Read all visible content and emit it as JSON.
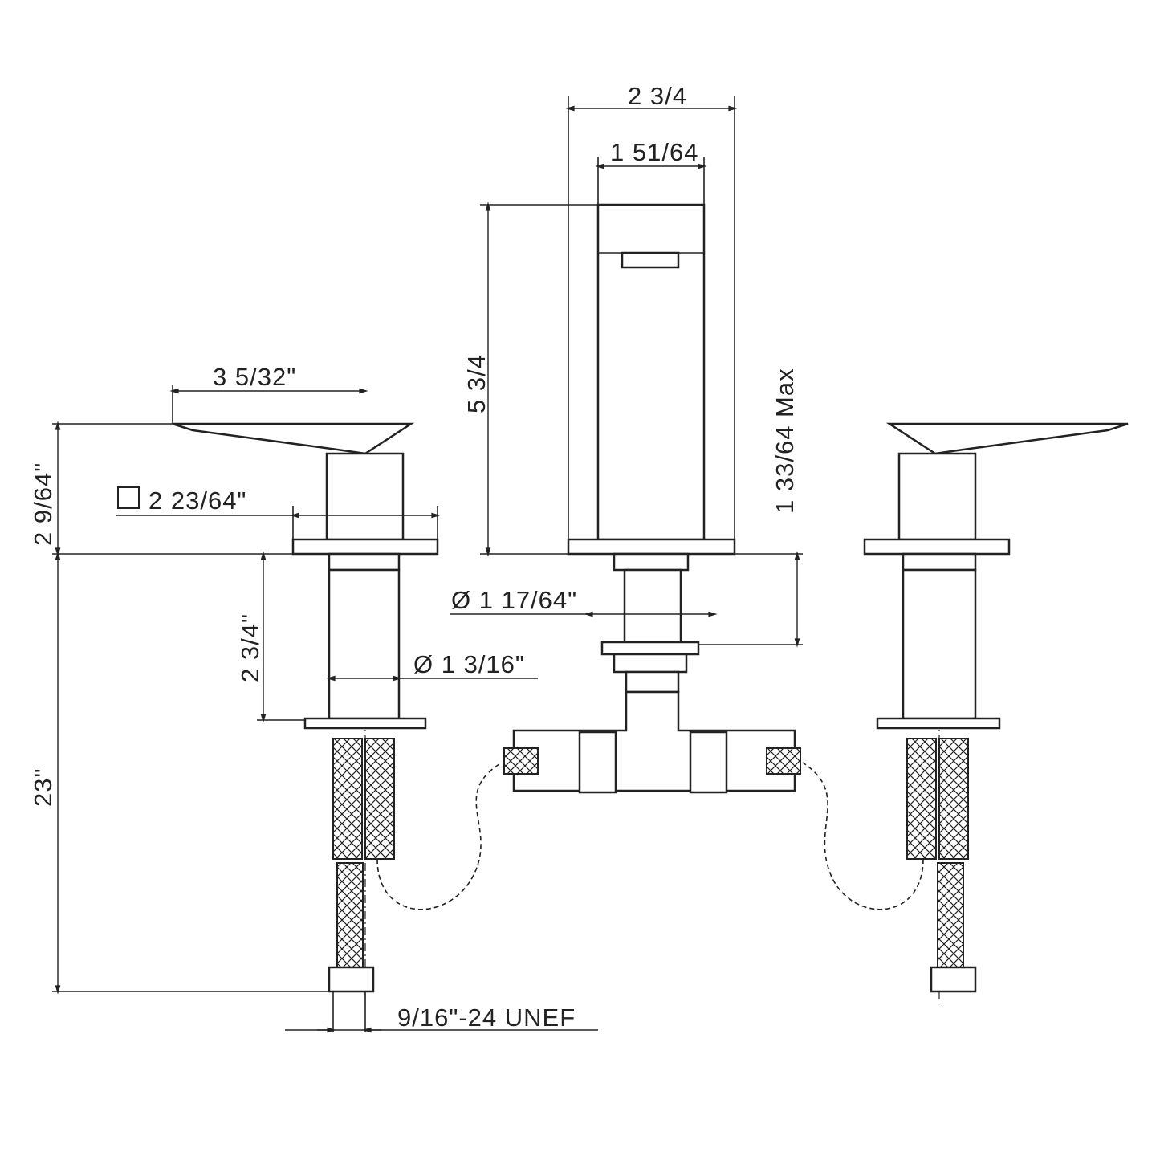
{
  "dimensions": {
    "spout_width": "2 3/4",
    "spout_opening_width": "1 51/64",
    "spout_height": "5 3/4",
    "max_deck_thickness": "1 33/64 Max",
    "handle_length": "3 5/32\"",
    "handle_height": "2 9/64\"",
    "handle_base_square": "2 23/64\"",
    "handle_shank_length": "2 3/4\"",
    "spout_shank_diameter": "Ø 1 17/64\"",
    "handle_shank_diameter": "Ø 1 3/16\"",
    "hose_length": "23\"",
    "connection_thread": "9/16\"-24 UNEF"
  },
  "symbols": {
    "square": "square-symbol"
  }
}
